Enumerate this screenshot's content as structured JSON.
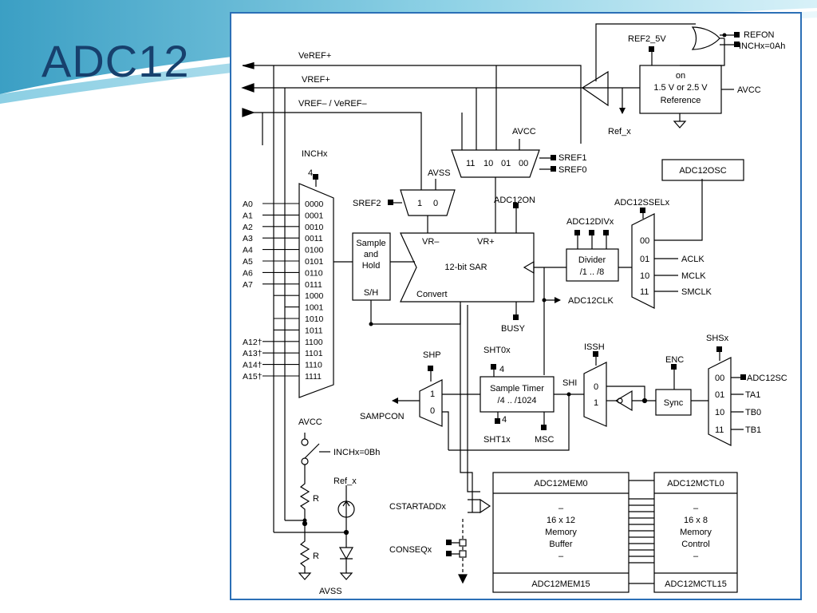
{
  "slide": {
    "title": "ADC12",
    "accent_color": "#17406d",
    "frame_color": "#2b6fb6"
  },
  "diagram": {
    "inputs": {
      "inchx": "INCHx",
      "inchx_bits": "4",
      "channels": [
        "A0",
        "A1",
        "A2",
        "A3",
        "A4",
        "A5",
        "A6",
        "A7",
        "A12†",
        "A13†",
        "A14†",
        "A15†"
      ],
      "codes": [
        "0000",
        "0001",
        "0010",
        "0011",
        "0100",
        "0101",
        "0110",
        "0111",
        "1000",
        "1001",
        "1010",
        "1011",
        "1100",
        "1101",
        "1110",
        "1111"
      ]
    },
    "references": {
      "veref_plus": "VeREF+",
      "vref_plus": "VREF+",
      "vref_minus": "VREF– / VeREF–",
      "ref2_5v": "REF2_5V",
      "refon": "REFON",
      "inchx_0ah": "INCHx=0Ah",
      "ref_on": "on",
      "ref_voltage": "1.5 V or 2.5 V",
      "ref_label": "Reference",
      "avcc": "AVCC",
      "ref_x": "Ref_x"
    },
    "mux": {
      "sref_codes": [
        "11",
        "10",
        "01",
        "00"
      ],
      "sref1": "SREF1",
      "sref0": "SREF0",
      "avss": "AVSS",
      "sref2": "SREF2",
      "m2_codes": [
        "1",
        "0"
      ]
    },
    "sar": {
      "vr_minus": "VR–",
      "vr_plus": "VR+",
      "title": "12-bit SAR",
      "convert": "Convert",
      "adc12on": "ADC12ON",
      "busy": "BUSY"
    },
    "sample_hold": {
      "lines": [
        "Sample",
        "and",
        "Hold"
      ],
      "sh": "S/H"
    },
    "clock": {
      "adc12osc": "ADC12OSC",
      "adc12ssel": "ADC12SSELx",
      "adc12div": "ADC12DIVx",
      "divider": "Divider",
      "divider_range": "/1 .. /8",
      "sources": [
        {
          "code": "00",
          "name": ""
        },
        {
          "code": "01",
          "name": "ACLK"
        },
        {
          "code": "10",
          "name": "MCLK"
        },
        {
          "code": "11",
          "name": "SMCLK"
        }
      ],
      "adc12clk": "ADC12CLK"
    },
    "timing": {
      "shp": "SHP",
      "samp_mux": [
        "1",
        "0"
      ],
      "sampcon": "SAMPCON",
      "sht0x": "SHT0x",
      "sht1x": "SHT1x",
      "bits": "4",
      "sample_timer": "Sample Timer",
      "timer_range": "/4 .. /1024",
      "msc": "MSC",
      "shi": "SHI",
      "issh": "ISSH",
      "issh_mux": [
        "0",
        "1"
      ],
      "enc": "ENC",
      "sync": "Sync",
      "shsx": "SHSx",
      "sh_sources": [
        {
          "code": "00",
          "name": "ADC12SC"
        },
        {
          "code": "01",
          "name": "TA1"
        },
        {
          "code": "10",
          "name": "TB0"
        },
        {
          "code": "11",
          "name": "TB1"
        }
      ]
    },
    "bottom": {
      "avcc": "AVCC",
      "inchx_0bh": "INCHx=0Bh",
      "r": "R",
      "ref_x": "Ref_x",
      "avss": "AVSS",
      "cstartadd": "CSTARTADDx",
      "conseq": "CONSEQx"
    },
    "memory": {
      "mem_top": "ADC12MEM0",
      "mem_body": [
        "–",
        "16 x 12",
        "Memory",
        "Buffer",
        "–"
      ],
      "mem_bottom": "ADC12MEM15",
      "ctl_top": "ADC12MCTL0",
      "ctl_body": [
        "–",
        "16 x 8",
        "Memory",
        "Control",
        "–"
      ],
      "ctl_bottom": "ADC12MCTL15"
    }
  }
}
